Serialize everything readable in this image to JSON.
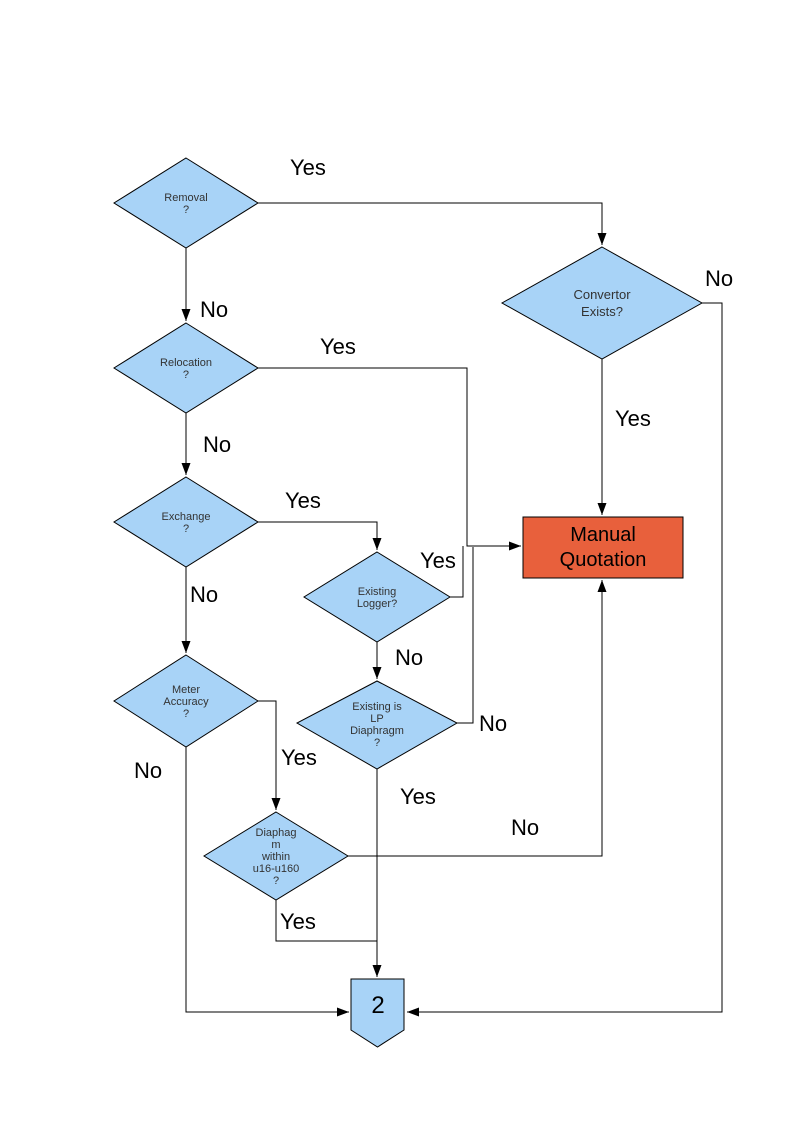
{
  "diagram": {
    "type": "flowchart",
    "colors": {
      "decision_fill": "#A8D3F7",
      "decision_stroke": "#000000",
      "process_fill": "#E8603C",
      "connector_fill": "#A8D3F7",
      "line": "#000000",
      "edge_label_text": "#000000",
      "node_text": "#333333"
    },
    "nodes": {
      "removal": {
        "label": "Removal ?",
        "lines": [
          "Removal",
          "?"
        ]
      },
      "convertor_exists": {
        "label": "Convertor Exists?",
        "lines": [
          "Convertor",
          "Exists?"
        ]
      },
      "relocation": {
        "label": "Relocation ?",
        "lines": [
          "Relocation",
          "?"
        ]
      },
      "exchange": {
        "label": "Exchange ?",
        "lines": [
          "Exchange",
          "?"
        ]
      },
      "existing_logger": {
        "label": "Existing Logger?",
        "lines": [
          "Existing",
          "Logger?"
        ]
      },
      "meter_accuracy": {
        "label": "Meter Accuracy ?",
        "lines": [
          "Meter",
          "Accuracy",
          "?"
        ]
      },
      "existing_lp_diaphragm": {
        "label": "Existing is LP Diaphragm ?",
        "lines": [
          "Existing is",
          "LP",
          "Diaphragm",
          "?"
        ]
      },
      "diaphragm_within": {
        "label": "Diaphagm within u16-u160 ?",
        "lines": [
          "Diaphag",
          "m",
          "within",
          "u16-u160",
          "?"
        ]
      },
      "manual_quotation": {
        "label": "Manual Quotation",
        "lines": [
          "Manual",
          "Quotation"
        ]
      },
      "connector_2": {
        "label": "2"
      }
    },
    "edge_labels": {
      "removal_yes": "Yes",
      "removal_no": "No",
      "convertor_yes": "Yes",
      "convertor_no": "No",
      "relocation_yes": "Yes",
      "relocation_no": "No",
      "exchange_yes": "Yes",
      "exchange_no": "No",
      "existing_logger_yes": "Yes",
      "existing_logger_no": "No",
      "lp_diaphragm_yes": "Yes",
      "lp_diaphragm_no": "No",
      "meter_accuracy_yes": "Yes",
      "meter_accuracy_no": "No",
      "diaphragm_within_yes": "Yes",
      "diaphragm_within_no": "No"
    }
  }
}
